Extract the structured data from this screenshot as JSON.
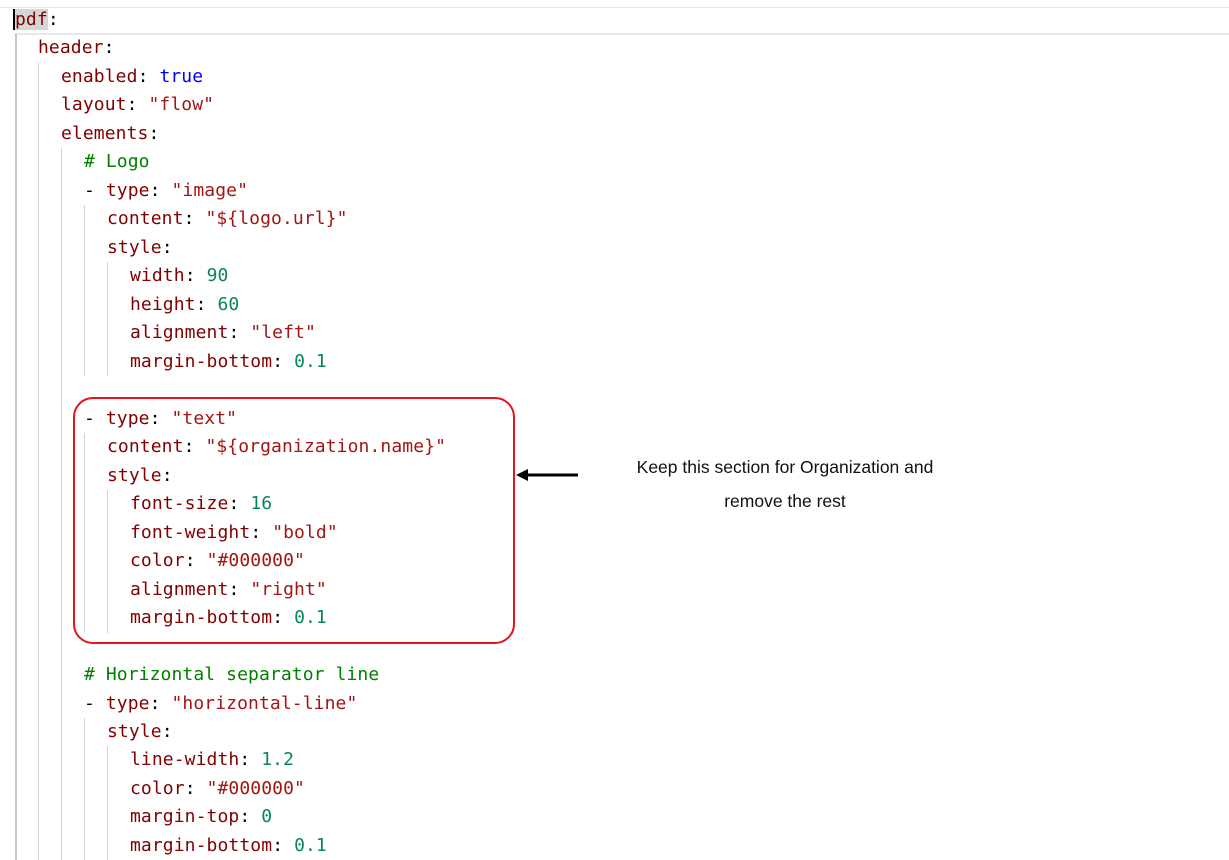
{
  "editor": {
    "lines": [
      {
        "indent": 0,
        "tokens": [
          [
            "k",
            "pdf"
          ],
          [
            "p",
            ":"
          ]
        ],
        "selected": true
      },
      {
        "indent": 1,
        "tokens": [
          [
            "k",
            "header"
          ],
          [
            "p",
            ":"
          ]
        ]
      },
      {
        "indent": 2,
        "tokens": [
          [
            "k",
            "enabled"
          ],
          [
            "p",
            ": "
          ],
          [
            "b",
            "true"
          ]
        ]
      },
      {
        "indent": 2,
        "tokens": [
          [
            "k",
            "layout"
          ],
          [
            "p",
            ": "
          ],
          [
            "s",
            "\"flow\""
          ]
        ]
      },
      {
        "indent": 2,
        "tokens": [
          [
            "k",
            "elements"
          ],
          [
            "p",
            ":"
          ]
        ]
      },
      {
        "indent": 3,
        "tokens": [
          [
            "c",
            "# Logo"
          ]
        ]
      },
      {
        "indent": 3,
        "tokens": [
          [
            "p",
            "- "
          ],
          [
            "k",
            "type"
          ],
          [
            "p",
            ": "
          ],
          [
            "s",
            "\"image\""
          ]
        ]
      },
      {
        "indent": 4,
        "tokens": [
          [
            "k",
            "content"
          ],
          [
            "p",
            ": "
          ],
          [
            "s",
            "\"${logo.url}\""
          ]
        ]
      },
      {
        "indent": 4,
        "tokens": [
          [
            "k",
            "style"
          ],
          [
            "p",
            ":"
          ]
        ]
      },
      {
        "indent": 5,
        "tokens": [
          [
            "k",
            "width"
          ],
          [
            "p",
            ": "
          ],
          [
            "n",
            "90"
          ]
        ]
      },
      {
        "indent": 5,
        "tokens": [
          [
            "k",
            "height"
          ],
          [
            "p",
            ": "
          ],
          [
            "n",
            "60"
          ]
        ]
      },
      {
        "indent": 5,
        "tokens": [
          [
            "k",
            "alignment"
          ],
          [
            "p",
            ": "
          ],
          [
            "s",
            "\"left\""
          ]
        ]
      },
      {
        "indent": 5,
        "tokens": [
          [
            "k",
            "margin-bottom"
          ],
          [
            "p",
            ": "
          ],
          [
            "n",
            "0.1"
          ]
        ]
      },
      {
        "indent": 3,
        "tokens": []
      },
      {
        "indent": 3,
        "tokens": [
          [
            "p",
            "- "
          ],
          [
            "k",
            "type"
          ],
          [
            "p",
            ": "
          ],
          [
            "s",
            "\"text\""
          ]
        ]
      },
      {
        "indent": 4,
        "tokens": [
          [
            "k",
            "content"
          ],
          [
            "p",
            ": "
          ],
          [
            "s",
            "\"${organization.name}\""
          ]
        ]
      },
      {
        "indent": 4,
        "tokens": [
          [
            "k",
            "style"
          ],
          [
            "p",
            ":"
          ]
        ]
      },
      {
        "indent": 5,
        "tokens": [
          [
            "k",
            "font-size"
          ],
          [
            "p",
            ": "
          ],
          [
            "n",
            "16"
          ]
        ]
      },
      {
        "indent": 5,
        "tokens": [
          [
            "k",
            "font-weight"
          ],
          [
            "p",
            ": "
          ],
          [
            "s",
            "\"bold\""
          ]
        ]
      },
      {
        "indent": 5,
        "tokens": [
          [
            "k",
            "color"
          ],
          [
            "p",
            ": "
          ],
          [
            "s",
            "\"#000000\""
          ]
        ]
      },
      {
        "indent": 5,
        "tokens": [
          [
            "k",
            "alignment"
          ],
          [
            "p",
            ": "
          ],
          [
            "s",
            "\"right\""
          ]
        ]
      },
      {
        "indent": 5,
        "tokens": [
          [
            "k",
            "margin-bottom"
          ],
          [
            "p",
            ": "
          ],
          [
            "n",
            "0.1"
          ]
        ]
      },
      {
        "indent": 3,
        "tokens": []
      },
      {
        "indent": 3,
        "tokens": [
          [
            "c",
            "# Horizontal separator line"
          ]
        ]
      },
      {
        "indent": 3,
        "tokens": [
          [
            "p",
            "- "
          ],
          [
            "k",
            "type"
          ],
          [
            "p",
            ": "
          ],
          [
            "s",
            "\"horizontal-line\""
          ]
        ]
      },
      {
        "indent": 4,
        "tokens": [
          [
            "k",
            "style"
          ],
          [
            "p",
            ":"
          ]
        ]
      },
      {
        "indent": 5,
        "tokens": [
          [
            "k",
            "line-width"
          ],
          [
            "p",
            ": "
          ],
          [
            "n",
            "1.2"
          ]
        ]
      },
      {
        "indent": 5,
        "tokens": [
          [
            "k",
            "color"
          ],
          [
            "p",
            ": "
          ],
          [
            "s",
            "\"#000000\""
          ]
        ]
      },
      {
        "indent": 5,
        "tokens": [
          [
            "k",
            "margin-top"
          ],
          [
            "p",
            ": "
          ],
          [
            "n",
            "0"
          ]
        ]
      },
      {
        "indent": 5,
        "tokens": [
          [
            "k",
            "margin-bottom"
          ],
          [
            "p",
            ": "
          ],
          [
            "n",
            "0.1"
          ]
        ]
      }
    ]
  },
  "annotation": {
    "line1": "Keep this section for Organization and",
    "line2": "remove the rest",
    "box_color": "#e3151c"
  }
}
